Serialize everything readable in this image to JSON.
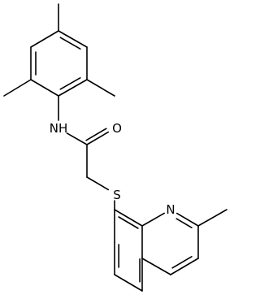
{
  "diagram": {
    "type": "chemical-structure",
    "atom_labels": {
      "amide_nitrogen": "NH",
      "carbonyl_oxygen": "O",
      "thioether_sulfur": "S",
      "quinoline_nitrogen": "N"
    },
    "colors": {
      "bond": "#000000",
      "label": "#000000",
      "background": "#ffffff"
    }
  }
}
